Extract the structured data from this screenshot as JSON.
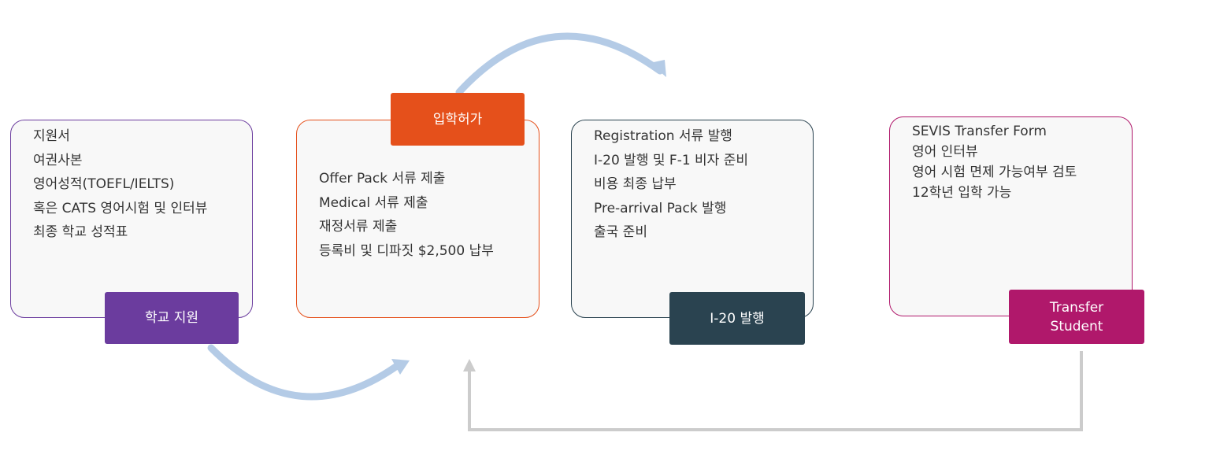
{
  "colors": {
    "purple": "#6b3c9e",
    "orange": "#e5501b",
    "navy": "#2a4350",
    "magenta": "#b0186b",
    "arc": "#b4cbe6",
    "connector": "#cccccc"
  },
  "steps": [
    {
      "id": "school-application",
      "tag": [
        "학교 지원"
      ],
      "items": [
        "지원서",
        "여권사본",
        "영어성적(TOEFL/IELTS)",
        "혹은 CATS 영어시험 및 인터뷰",
        "최종 학교 성적표"
      ]
    },
    {
      "id": "admission",
      "tag": [
        "입학허가"
      ],
      "items": [
        "Offer Pack  서류 제출",
        "Medical 서류 제출",
        "재정서류 제출",
        "등록비 및 디파짓 $2,500 납부"
      ]
    },
    {
      "id": "i20",
      "tag": [
        "I-20 발행"
      ],
      "items": [
        "Registration 서류 발행",
        "I-20 발행 및 F-1 비자 준비",
        "비용 최종 납부",
        "Pre-arrival Pack 발행",
        "출국 준비"
      ]
    },
    {
      "id": "transfer",
      "tag": [
        "Transfer",
        "Student"
      ],
      "items": [
        "SEVIS Transfer Form",
        "영어 인터뷰",
        "영어 시험 면제 가능여부 검토",
        "12학년 입학 가능"
      ]
    }
  ]
}
